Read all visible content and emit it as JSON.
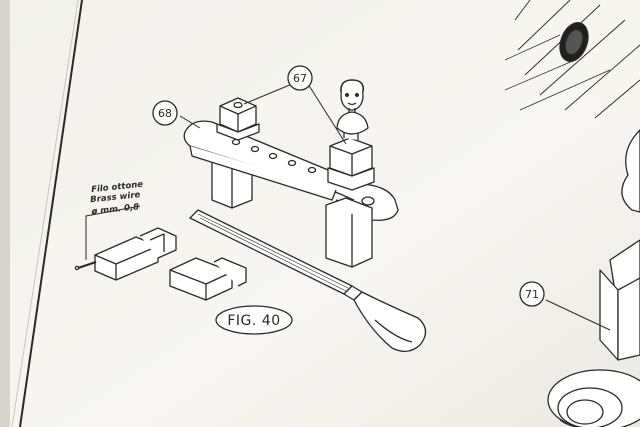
{
  "callouts": {
    "part_68": "68",
    "part_67": "67",
    "part_71": "71"
  },
  "wire_note": {
    "line1": "Filo ottone",
    "line2": "Brass wire",
    "line3": "ø mm. 0,8"
  },
  "figure_label": "FIG. 40",
  "colors": {
    "paper": "#f4f3ee",
    "ink": "#2a2a2a",
    "shadow": "#cfcdc6"
  }
}
